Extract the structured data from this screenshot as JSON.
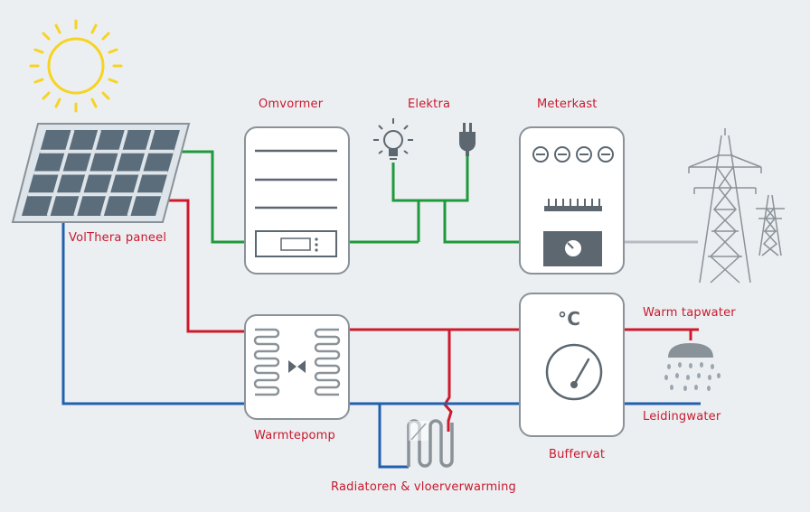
{
  "labels": {
    "solar_panel": "VolThera paneel",
    "inverter": "Omvormer",
    "electricity": "Elektra",
    "meter_cabinet": "Meterkast",
    "heat_pump": "Warmtepomp",
    "buffer_tank": "Buffervat",
    "warm_tap_water": "Warm tapwater",
    "mains_water": "Leidingwater",
    "radiators": "Radiatoren & vloerverwarming"
  },
  "buffer_unit_symbol": "°C",
  "colors": {
    "background": "#eceff1",
    "label_red": "#c8192f",
    "electric_line": "#1e9a3c",
    "hot_line": "#d0182c",
    "cold_line": "#2160b0",
    "grid_line": "#b7bcc2",
    "device_fill": "#ffffff",
    "device_stroke": "#8a9299",
    "sun": "#f7d322",
    "panel_frame": "#dde4ea",
    "panel_cell": "#5b6c7b"
  },
  "icons": [
    "sun-icon",
    "solar-panel-icon",
    "light-bulb-icon",
    "power-plug-icon",
    "shower-head-icon",
    "radiator-icon",
    "gauge-icon",
    "transmission-tower-icon"
  ]
}
